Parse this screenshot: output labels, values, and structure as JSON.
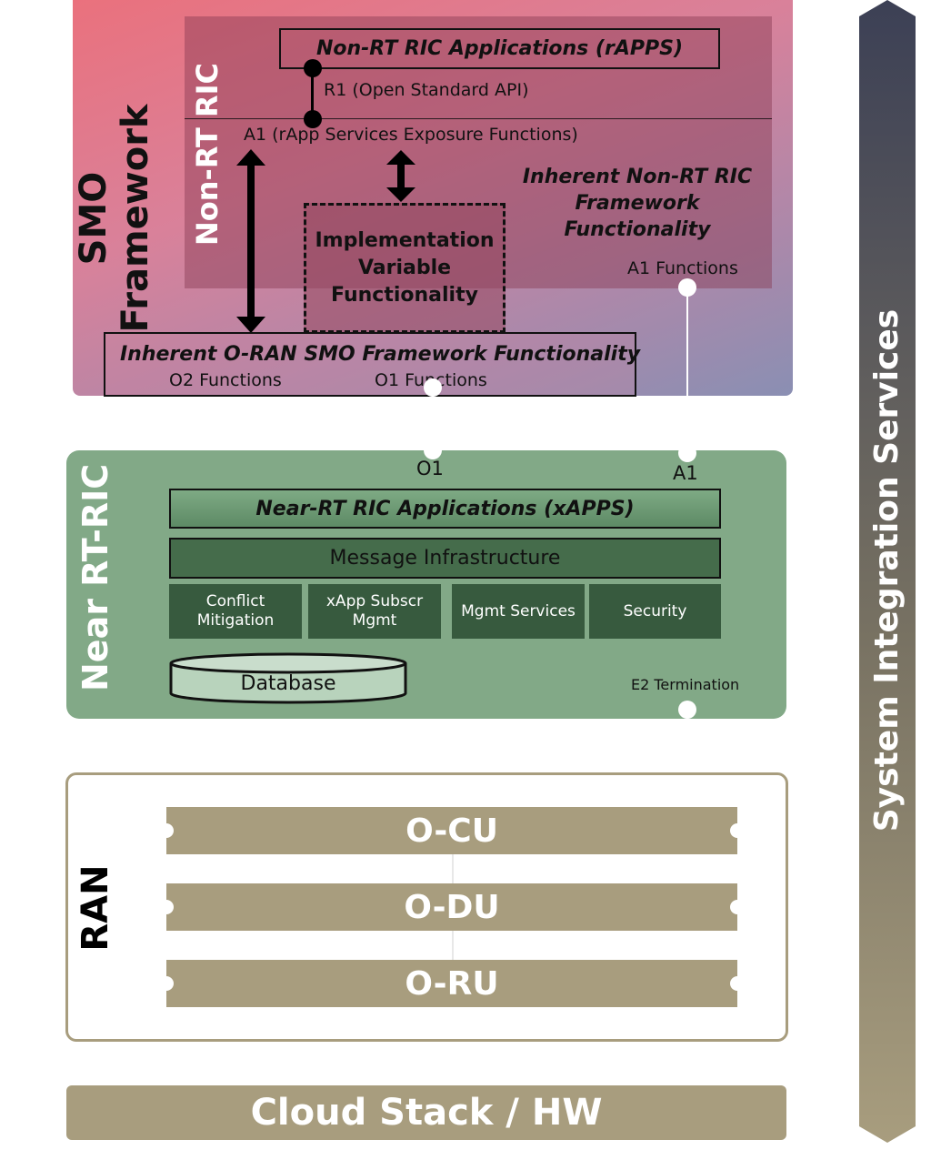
{
  "smo": {
    "title": "SMO Framework",
    "nonrt_title": "Non-RT RIC",
    "rapps": "Non-RT RIC Applications (rAPPS)",
    "r1": "R1 (Open Standard API)",
    "a1_exposure": "A1 (rApp Services Exposure Functions)",
    "inherent_nonrt": "Inherent Non-RT RIC Framework Functionality",
    "a1_functions": "A1 Functions",
    "impl_variable": "Implementation Variable Functionality",
    "inherent_smo": "Inherent O-RAN SMO Framework Functionality",
    "o2_functions": "O2 Functions",
    "o1_functions": "O1 Functions"
  },
  "near_rt": {
    "title": "Near RT-RIC",
    "o1": "O1",
    "a1": "A1",
    "xapps": "Near-RT RIC Applications (xAPPS)",
    "msg_infra": "Message Infrastructure",
    "components": [
      "Conflict Mitigation",
      "xApp Subscr Mgmt",
      "Mgmt Services",
      "Security"
    ],
    "database": "Database",
    "e2_termination": "E2 Termination"
  },
  "ran": {
    "title": "RAN",
    "units": [
      "O-CU",
      "O-DU",
      "O-RU"
    ]
  },
  "cloud": "Cloud Stack / HW",
  "sis": "System Integration Services",
  "colors": {
    "smo_gradient": [
      "#e8767e",
      "#8f8fb2"
    ],
    "near_rt_green": "#82a987",
    "component_green": "#375a3e",
    "ran_bar": "#a89d7e",
    "sis_gradient": [
      "#3c4055",
      "#a89d7e"
    ]
  }
}
